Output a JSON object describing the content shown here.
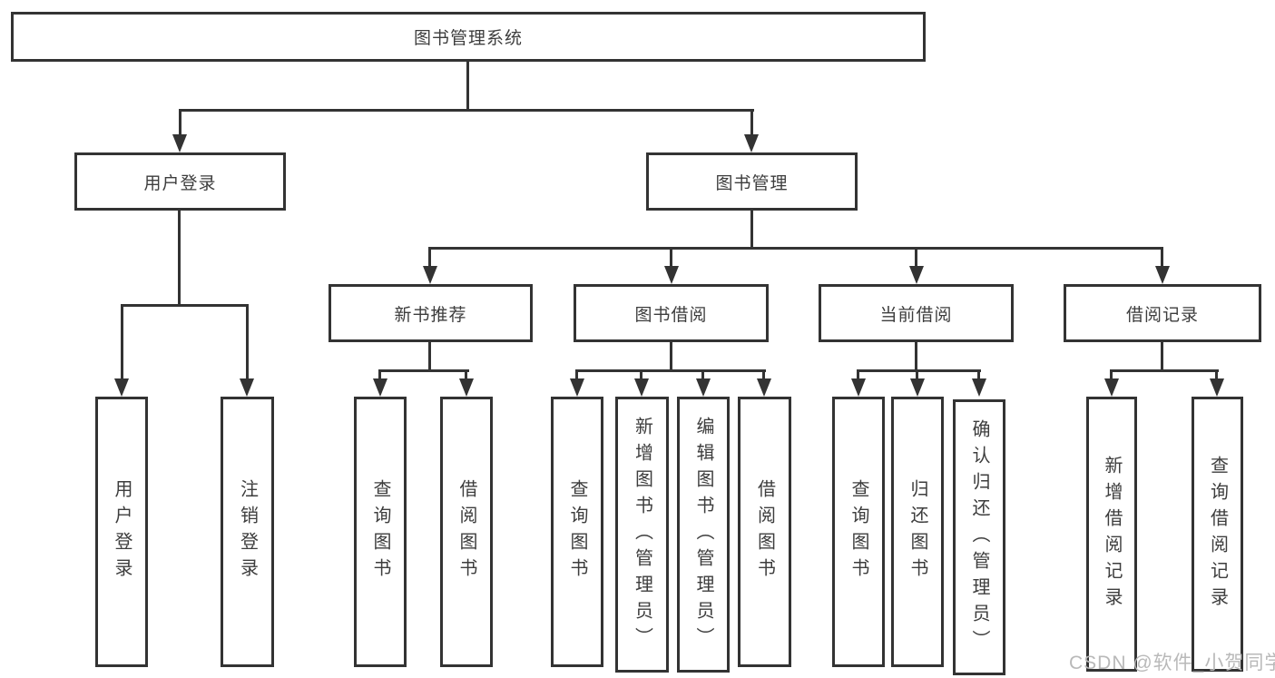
{
  "tree": {
    "label": "图书管理系统",
    "children": [
      {
        "label": "用户登录",
        "children": [
          {
            "label": "用户登录"
          },
          {
            "label": "注销登录"
          }
        ]
      },
      {
        "label": "图书管理",
        "children": [
          {
            "label": "新书推荐",
            "children": [
              {
                "label": "查询图书"
              },
              {
                "label": "借阅图书"
              }
            ]
          },
          {
            "label": "图书借阅",
            "children": [
              {
                "label": "查询图书"
              },
              {
                "label": "新增图书（管理员）"
              },
              {
                "label": "编辑图书（管理员）"
              },
              {
                "label": "借阅图书"
              }
            ]
          },
          {
            "label": "当前借阅",
            "children": [
              {
                "label": "查询图书"
              },
              {
                "label": "归还图书"
              },
              {
                "label": "确认归还（管理员）"
              }
            ]
          },
          {
            "label": "借阅记录",
            "children": [
              {
                "label": "新增借阅记录"
              },
              {
                "label": "查询借阅记录"
              }
            ]
          }
        ]
      }
    ]
  },
  "watermark": {
    "text": "CSDN @软件_小贺同学",
    "color": "#b9b9b9"
  },
  "colors": {
    "line": "#333333",
    "text": "#3d3d3d",
    "background": "#ffffff"
  }
}
